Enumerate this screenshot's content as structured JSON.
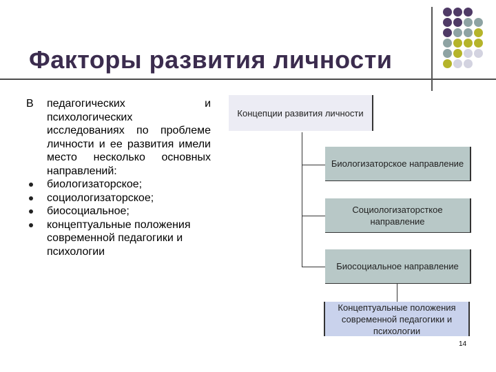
{
  "slide": {
    "title": "Факторы развития личности",
    "page_number": "14"
  },
  "text": {
    "intro_lead": "В",
    "intro_body": "педагогических и психологических исследованиях по проблеме личности и ее развития имели место несколько основных направлений:",
    "bullets": [
      "биологизаторское;",
      "социологизаторское;",
      "биосоциальное;",
      "концептуальные положения современной педагогики и психологии"
    ]
  },
  "diagram": {
    "root": "Концепции развития личности",
    "branches": [
      "Биологизаторское направление",
      "Социологизаторсткое направление",
      "Биосоциальное направление"
    ],
    "bottom": "Концептуальные положения современной педагогики и психологии"
  },
  "colors": {
    "dot_purple": "#4f3a66",
    "dot_teal": "#8ea3a3",
    "dot_olive": "#b5b42a",
    "dot_light": "#d3d3e0",
    "box_grey": "#b8c8c7",
    "box_blue": "#c9d2ec",
    "box_root": "#ececf4"
  }
}
